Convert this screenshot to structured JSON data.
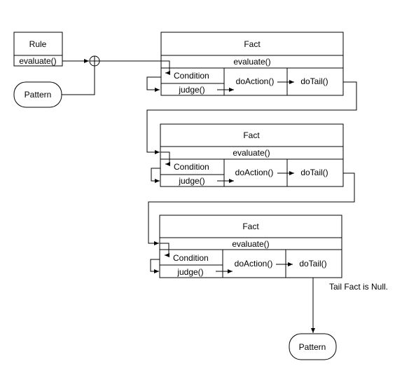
{
  "rule": {
    "title": "Rule",
    "method": "evaluate()"
  },
  "pattern_top": {
    "label": "Pattern"
  },
  "facts": [
    {
      "title": "Fact",
      "evaluate": "evaluate()",
      "condition": "Condition",
      "judge": "judge()",
      "do_action": "doAction()",
      "do_tail": "doTail()"
    },
    {
      "title": "Fact",
      "evaluate": "evaluate()",
      "condition": "Condition",
      "judge": "judge()",
      "do_action": "doAction()",
      "do_tail": "doTail()"
    },
    {
      "title": "Fact",
      "evaluate": "evaluate()",
      "condition": "Condition",
      "judge": "judge()",
      "do_action": "doAction()",
      "do_tail": "doTail()"
    }
  ],
  "tail_note": "Tail Fact is Null.",
  "pattern_bottom": {
    "label": "Pattern"
  }
}
